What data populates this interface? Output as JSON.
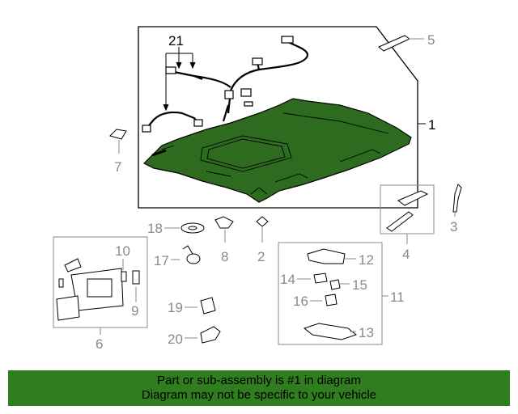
{
  "callouts": {
    "c1": "1",
    "c2": "2",
    "c3": "3",
    "c4": "4",
    "c5": "5",
    "c6": "6",
    "c7": "7",
    "c8": "8",
    "c9": "9",
    "c10": "10",
    "c11": "11",
    "c12": "12",
    "c13": "13",
    "c14": "14",
    "c15": "15",
    "c16": "16",
    "c17": "17",
    "c18": "18",
    "c19": "19",
    "c20": "20",
    "c21": "21"
  },
  "banner": {
    "line1": "Part or sub-assembly is #1 in diagram",
    "line2": "Diagram may not be specific to your vehicle"
  },
  "colors": {
    "headliner": "#2e6b1e",
    "banner": "#2f7d1f",
    "callout": "#8a8a8a",
    "outline": "#000000"
  }
}
